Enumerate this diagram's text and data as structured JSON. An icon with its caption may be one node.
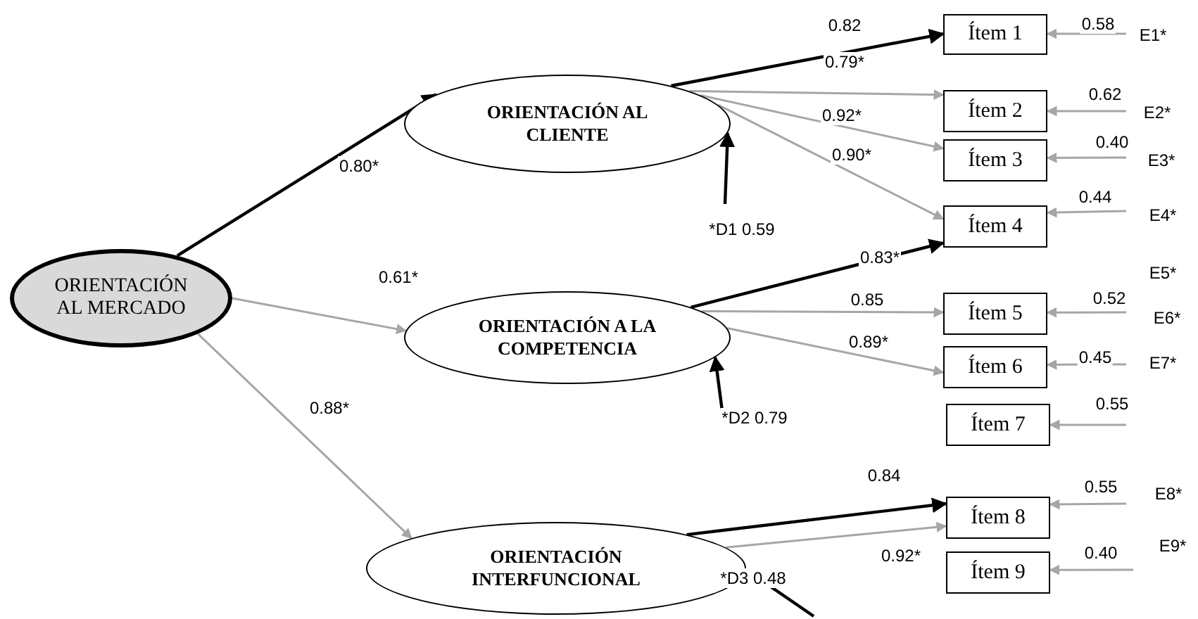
{
  "diagram": {
    "nodes": [
      {
        "text": [
          "ORIENTACIÓN AL MERCADO"
        ]
      },
      {
        "text": [
          "ORIENTACIÓN AL CLIENTE"
        ]
      },
      {
        "text": [
          "ORIENTACIÓN A LA COMPETENCIA"
        ]
      },
      {
        "text": [
          "ORIENTACIÓN INTERFUNCIONAL"
        ]
      },
      {
        "text": [
          "Ítem 1"
        ]
      },
      {
        "text": [
          "Ítem 2"
        ]
      },
      {
        "text": [
          "Ítem 3"
        ]
      },
      {
        "text": [
          "Ítem 4"
        ]
      },
      {
        "text": [
          "Ítem 5"
        ]
      },
      {
        "text": [
          "Ítem 6"
        ]
      },
      {
        "text": [
          "Ítem 7"
        ]
      },
      {
        "text": [
          "Ítem 8"
        ]
      },
      {
        "text": [
          "Ítem 9"
        ]
      }
    ],
    "edges": [
      {
        "from": 0,
        "to": 1,
        "arrow": "to",
        "label": "0.80*",
        "color": "#000000"
      },
      {
        "from": 0,
        "to": 2,
        "arrow": "to",
        "label": "0.61*"
      },
      {
        "from": 0,
        "to": 3,
        "arrow": "to",
        "label": "0.88*"
      },
      {
        "from": 1,
        "to": 4,
        "arrow": "to",
        "label": "0.82",
        "color": "#000000"
      },
      {
        "from": 1,
        "to": 5,
        "arrow": "to",
        "label": "0.79*"
      },
      {
        "from": 1,
        "to": 6,
        "arrow": "to",
        "label": "0.92*"
      },
      {
        "from": 1,
        "to": 7,
        "arrow": "to",
        "label": "0.90*"
      },
      {
        "from": null,
        "to": 1,
        "arrow": "to",
        "label": "*D1 0.59",
        "color": "#000000"
      },
      {
        "from": 2,
        "to": 7,
        "arrow": "to",
        "label": "0.83*",
        "color": "#000000"
      },
      {
        "from": 2,
        "to": 8,
        "arrow": "to",
        "label": "0.85"
      },
      {
        "from": 2,
        "to": 9,
        "arrow": "to",
        "label": "0.89*"
      },
      {
        "from": null,
        "to": 2,
        "arrow": "to",
        "label": "*D2 0.79",
        "color": "#000000"
      },
      {
        "from": 3,
        "to": 11,
        "arrow": "to",
        "label": "0.84",
        "color": "#000000"
      },
      {
        "from": 3,
        "to": 11,
        "arrow": "to",
        "label": "0.92*"
      },
      {
        "from": null,
        "to": 3,
        "arrow": "to",
        "label": "*D3 0.48",
        "color": "#000000"
      },
      {
        "from": null,
        "to": 4,
        "arrow": "to",
        "label": "0.58"
      },
      {
        "from": null,
        "to": 5,
        "arrow": "to",
        "label": "0.62"
      },
      {
        "from": null,
        "to": 6,
        "arrow": "to",
        "label": "0.40"
      },
      {
        "from": null,
        "to": 7,
        "arrow": "to",
        "label": "0.44"
      },
      {
        "from": null,
        "to": 8,
        "arrow": "to",
        "label": "0.52"
      },
      {
        "from": null,
        "to": 9,
        "arrow": "to",
        "label": "0.45"
      },
      {
        "from": null,
        "to": 10,
        "arrow": "to",
        "label": "0.55"
      },
      {
        "from": null,
        "to": 11,
        "arrow": "to",
        "label": "0.55"
      },
      {
        "from": null,
        "to": 12,
        "arrow": "to",
        "label": "0.40"
      }
    ],
    "labels": [
      "E1*",
      "E2*",
      "E3*",
      "E4*",
      "E5*",
      "E6*",
      "E7*",
      "E8*",
      "E9*"
    ]
  }
}
